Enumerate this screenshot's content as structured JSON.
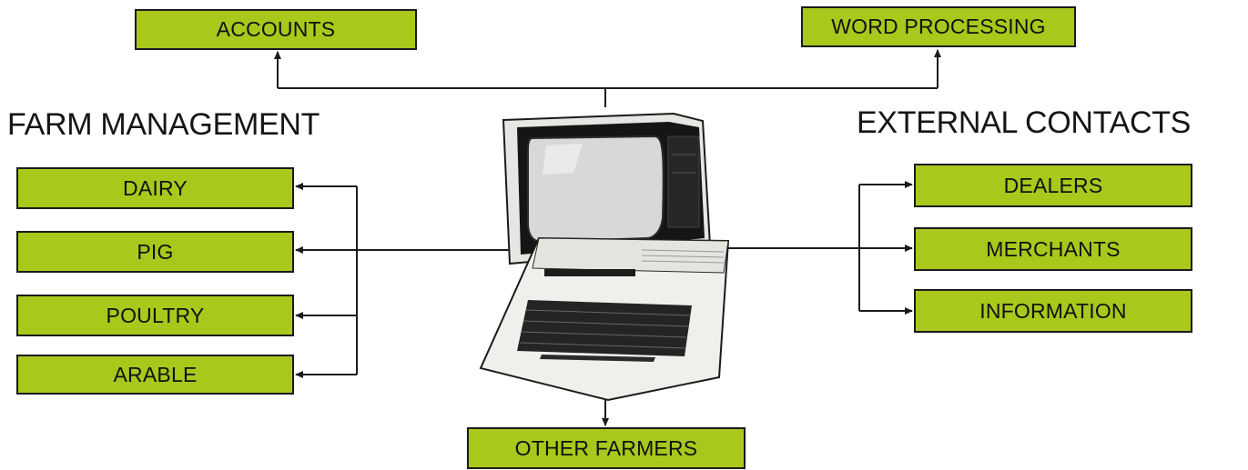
{
  "headings": {
    "left": "FARM MANAGEMENT",
    "right": "EXTERNAL CONTACTS"
  },
  "top_boxes": {
    "accounts": "ACCOUNTS",
    "word_processing": "WORD PROCESSING"
  },
  "farm_management": [
    "DAIRY",
    "PIG",
    "POULTRY",
    "ARABLE"
  ],
  "external_contacts": [
    "DEALERS",
    "MERCHANTS",
    "INFORMATION"
  ],
  "bottom_box": "OTHER FARMERS",
  "colors": {
    "box_fill": "#a8c81c",
    "line": "#1b1b1b"
  },
  "center_image": "home-computer-illustration"
}
